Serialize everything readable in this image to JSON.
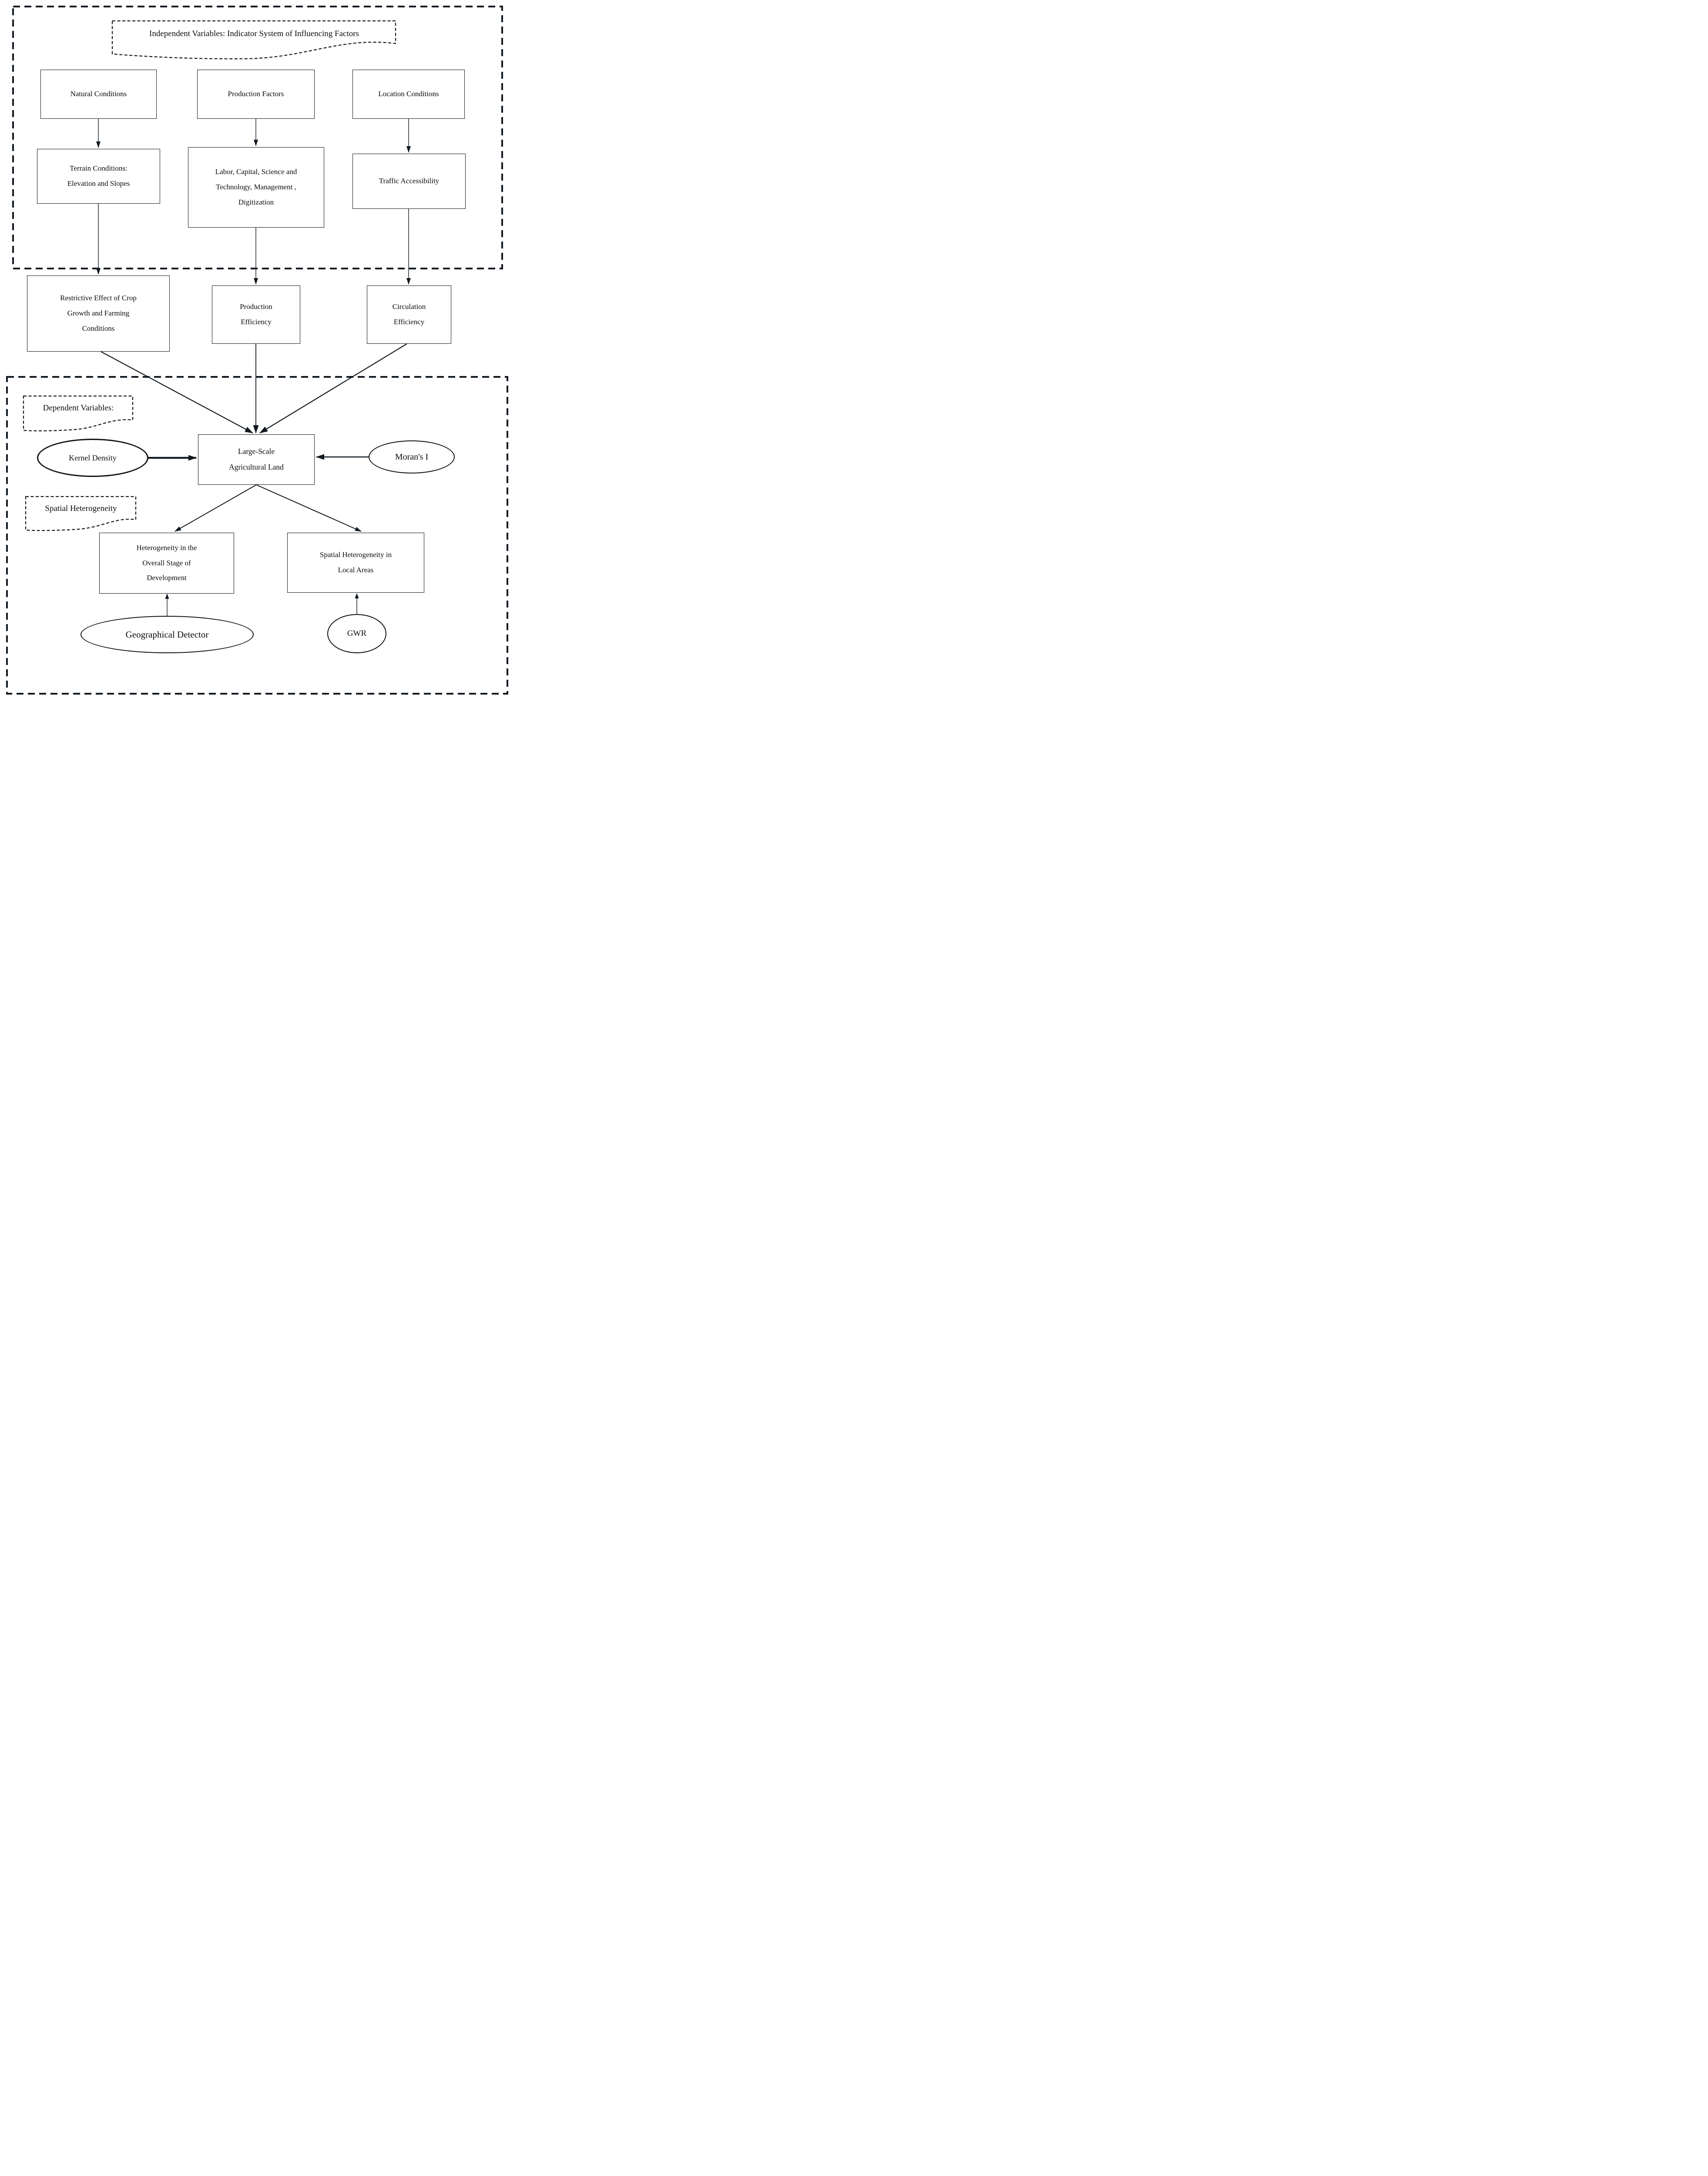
{
  "meta": {
    "ink_color": "#101820",
    "background_color": "#ffffff"
  },
  "sections": {
    "independent": {
      "title": "Independent Variables: Indicator System of Influencing Factors"
    },
    "dependent": {
      "label": "Dependent Variables:",
      "spatial_label": "Spatial Heterogeneity"
    }
  },
  "nodes": {
    "natural_conditions": "Natural Conditions",
    "production_factors": "Production Factors",
    "location_conditions": "Location Conditions",
    "terrain_conditions": "Terrain Conditions:\nElevation and Slopes",
    "labor_capital": "Labor, Capital, Science and\nTechnology, Management ,\nDigitization",
    "traffic_accessibility": "Traffic Accessibility",
    "restrictive_effect": "Restrictive Effect of Crop\nGrowth and Farming\nConditions",
    "production_efficiency": "Production\nEfficiency",
    "circulation_efficiency": "Circulation\nEfficiency",
    "large_scale_agricultural_land": "Large-Scale\nAgricultural Land",
    "heterogeneity_overall": "Heterogeneity in the\nOverall Stage of\nDevelopment",
    "spatial_heterogeneity_local": "Spatial Heterogeneity in\nLocal Areas"
  },
  "methods": {
    "kernel_density": "Kernel Density",
    "morans_i": "Moran's I",
    "geographical_detector": "Geographical Detector",
    "gwr": "GWR"
  }
}
